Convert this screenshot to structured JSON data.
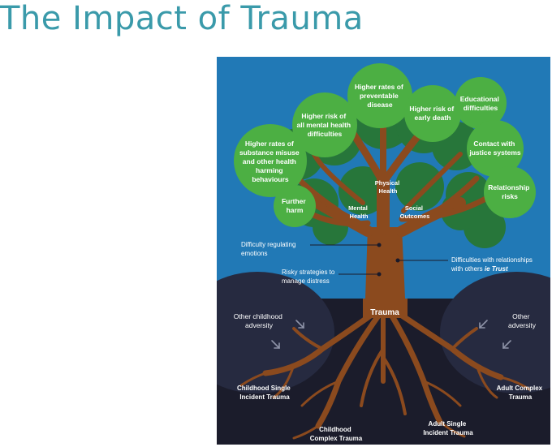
{
  "title": "The Impact of Trauma",
  "colors": {
    "sky": "#2179b6",
    "ground": "#1b1c2b",
    "trunk": "#8b4a1e",
    "leaf_circle": "#4caf43",
    "foliage_dark": "#27763a",
    "title": "#3a9aaa"
  },
  "bubbles": [
    {
      "lines": [
        "Higher rates of",
        "preventable",
        "disease"
      ]
    },
    {
      "lines": [
        "Higher risk of",
        "all mental health",
        "difficulties"
      ]
    },
    {
      "lines": [
        "Higher risk of",
        "early death"
      ]
    },
    {
      "lines": [
        "Educational",
        "difficulties"
      ]
    },
    {
      "lines": [
        "Higher rates of",
        "substance misuse",
        "and other health",
        "harming",
        "behaviours"
      ]
    },
    {
      "lines": [
        "Contact with",
        "justice systems"
      ]
    },
    {
      "lines": [
        "Relationship",
        "risks"
      ]
    },
    {
      "lines": [
        "Further",
        "harm"
      ]
    }
  ],
  "branches": {
    "physical": [
      "Physical",
      "Health"
    ],
    "mental": [
      "Mental",
      "Health"
    ],
    "social": [
      "Social",
      "Outcomes"
    ]
  },
  "trunk_notes": {
    "emotions": [
      "Difficulty regulating",
      "emotions"
    ],
    "risky": [
      "Risky strategies to",
      "manage distress"
    ],
    "relationships_line1": "Difficulties with relationships",
    "relationships_line2_prefix": "with others ",
    "relationships_line2_emph": "ie Trust"
  },
  "trauma_label": "Trauma",
  "adversity_left": [
    "Other childhood",
    "adversity"
  ],
  "adversity_right": [
    "Other",
    "adversity"
  ],
  "roots": {
    "childhood_single": [
      "Childhood Single",
      "Incident Trauma"
    ],
    "childhood_complex": [
      "Childhood",
      "Complex Trauma"
    ],
    "adult_single": [
      "Adult Single",
      "Incident Trauma"
    ],
    "adult_complex": [
      "Adult Complex",
      "Trauma"
    ]
  }
}
